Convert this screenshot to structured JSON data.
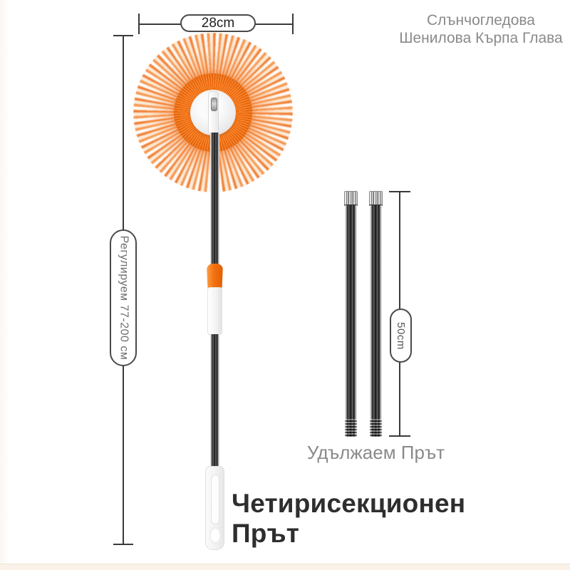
{
  "header": {
    "title_line1": "Слънчогледова",
    "title_line2": "Шенилова Кърпа Глава"
  },
  "dimensions": {
    "head_width_label": "28cm",
    "pole_adjustable_label": "Регулируем 77-200 см",
    "extension_length_label": "50cm"
  },
  "labels": {
    "extension_pole": "Удължаем Прът",
    "bottom_title": "Четирисекционен Прът"
  },
  "colors": {
    "accent_orange": "#f37110",
    "muted_text": "#8a8a8a",
    "dark_text": "#2e2e2e",
    "dimension_line": "#3a3a3a",
    "bottom_strip": "#faf2e9"
  }
}
